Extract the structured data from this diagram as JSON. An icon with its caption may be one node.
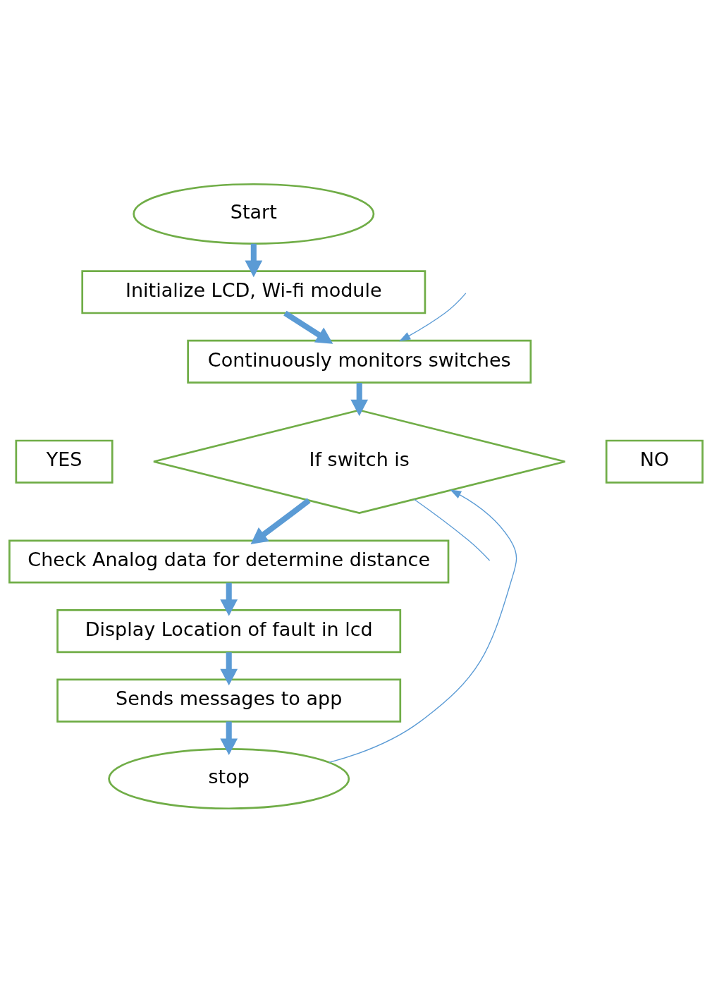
{
  "diagram": {
    "nodes": [
      {
        "text": [
          "Start"
        ]
      },
      {
        "text": [
          "Initialize LCD, Wi-fi module"
        ]
      },
      {
        "text": [
          "Continuously monitors switches"
        ]
      },
      {
        "text": [
          "If switch is"
        ]
      },
      {
        "text": [
          "Check Analog data for determine distance"
        ]
      },
      {
        "text": [
          "Display Location of fault in lcd"
        ]
      },
      {
        "text": [
          "Sends messages to app"
        ]
      },
      {
        "text": [
          "stop"
        ]
      },
      {
        "text": [
          "NO"
        ]
      },
      {
        "text": [
          "YES"
        ]
      }
    ],
    "edges": [
      {
        "from": 0,
        "to": 1,
        "arrow": "to"
      },
      {
        "from": 1,
        "to": 2,
        "arrow": "to"
      },
      {
        "from": 2,
        "to": 3,
        "arrow": "to"
      },
      {
        "from": 3,
        "to": 4,
        "arrow": "to"
      },
      {
        "from": 4,
        "to": 5,
        "arrow": "to"
      },
      {
        "from": 5,
        "to": 6,
        "arrow": "to"
      },
      {
        "from": 6,
        "to": 7,
        "arrow": "to"
      },
      {
        "from": 3,
        "to": null,
        "arrow": "none"
      },
      {
        "from": null,
        "to": 2,
        "arrow": "to"
      },
      {
        "from": 7,
        "to": 3,
        "arrow": "to"
      }
    ]
  }
}
